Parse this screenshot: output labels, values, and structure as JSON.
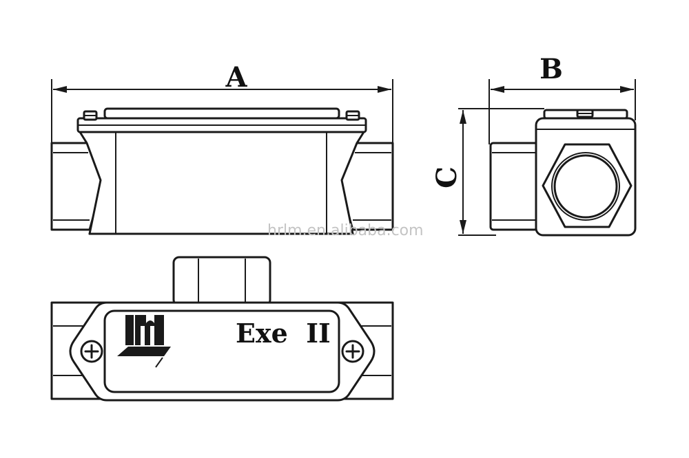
{
  "dimensions": {
    "a": "A",
    "b": "B",
    "c": "C"
  },
  "plate_marking": {
    "text": "Exe  II"
  },
  "watermark": {
    "text": "hrlm.en.alibaba.com"
  },
  "colors": {
    "line": "#1a1a1a",
    "background": "#ffffff",
    "watermark": "#c4c4c4"
  }
}
